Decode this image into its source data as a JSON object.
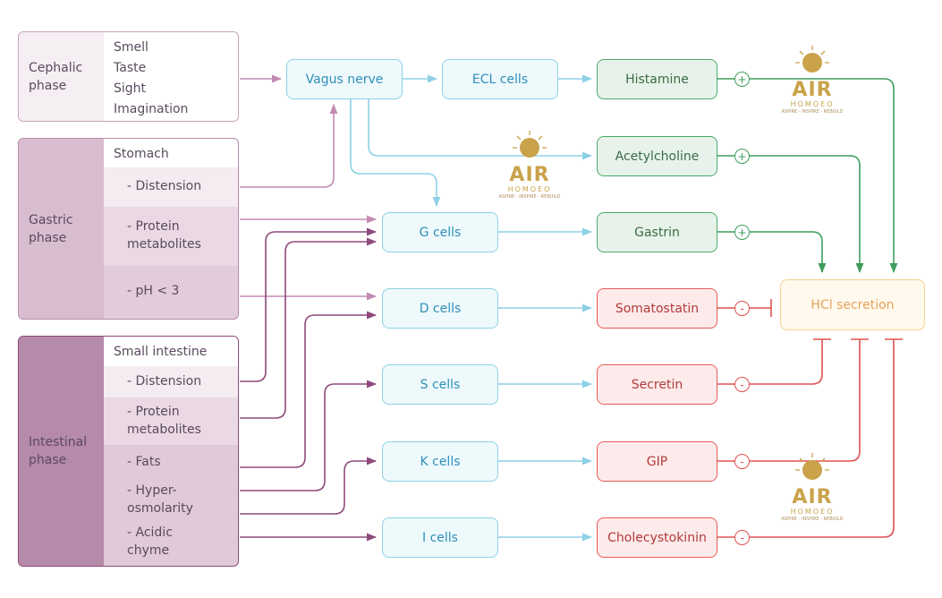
{
  "phases": {
    "cephalic": {
      "label": "Cephalic\nphase",
      "items": [
        "Smell\nTaste\nSight\nImagination"
      ]
    },
    "gastric": {
      "label": "Gastric\nphase",
      "items": [
        "Stomach",
        "- Distension",
        "- Protein\n  metabolites",
        "- pH < 3"
      ]
    },
    "intestinal": {
      "label": "Intestinal\nphase",
      "items": [
        "Small intestine",
        "- Distension",
        "- Protein\n  metabolites",
        "- Fats",
        "- Hyper-\n  osmolarity",
        "- Acidic\n  chyme"
      ]
    }
  },
  "nodes": {
    "vagus": "Vagus nerve",
    "ecl": "ECL cells",
    "g_cells": "G cells",
    "d_cells": "D cells",
    "s_cells": "S cells",
    "k_cells": "K cells",
    "i_cells": "I cells",
    "histamine": "Histamine",
    "acetylcholine": "Acetylcholine",
    "gastrin": "Gastrin",
    "somatostatin": "Somatostatin",
    "secretin": "Secretin",
    "gip": "GIP",
    "cholecystokinin": "Cholecystokinin",
    "hcl": "HCl secretion"
  },
  "signs": {
    "plus": "+",
    "minus": "-"
  },
  "watermark": {
    "logo": "AIR",
    "sub": "HOMOEO",
    "tagline": "ASPIRE - INSPIRE - REBUILD"
  },
  "colors": {
    "stimulate": "#3f9c5c",
    "inhibit": "#e05050",
    "blue_link": "#8dd1e6",
    "intestinal_link": "#8e4a7c",
    "gastric_link": "#c48ab3"
  }
}
